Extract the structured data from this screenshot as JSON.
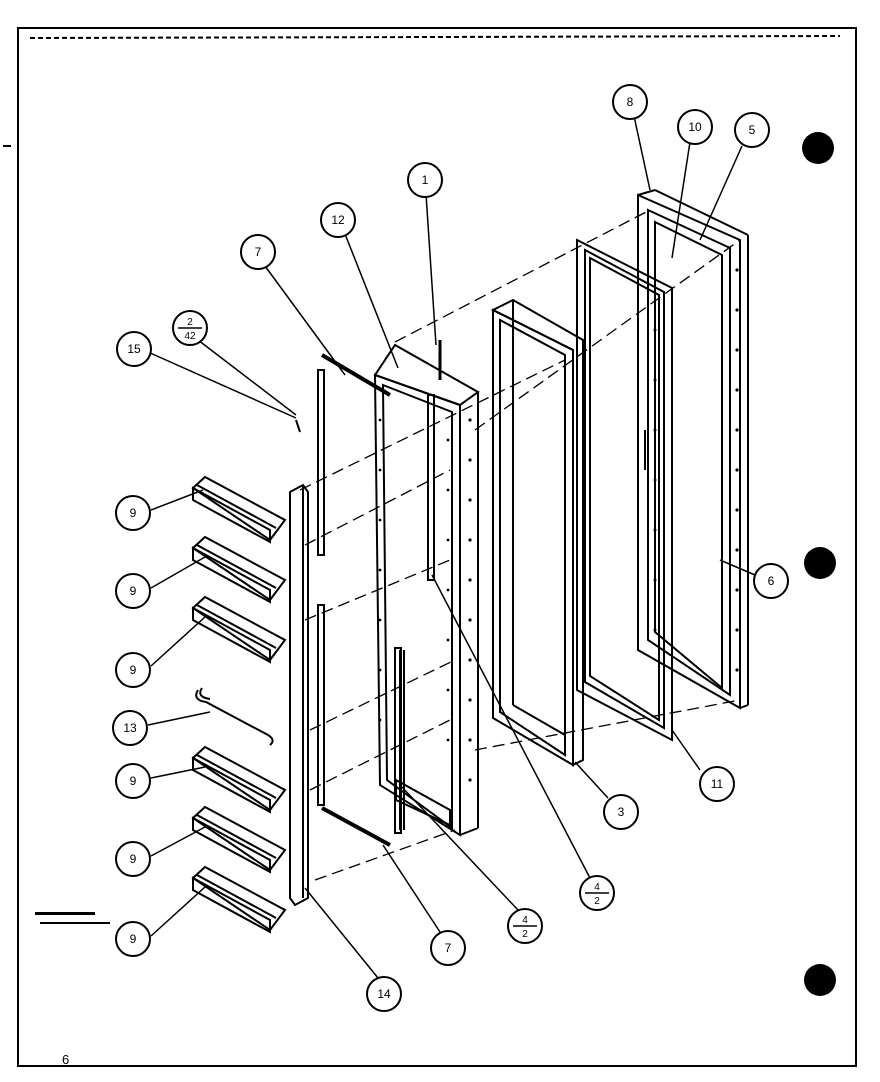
{
  "page": {
    "number": "6"
  },
  "callouts": [
    {
      "id": "c8",
      "label": "8"
    },
    {
      "id": "c10",
      "label": "10"
    },
    {
      "id": "c5",
      "label": "5"
    },
    {
      "id": "c1",
      "label": "1"
    },
    {
      "id": "c12",
      "label": "12"
    },
    {
      "id": "c7a",
      "label": "7"
    },
    {
      "id": "c15",
      "label": "15"
    },
    {
      "id": "c2_42",
      "num": "2",
      "den": "42"
    },
    {
      "id": "c9a",
      "label": "9"
    },
    {
      "id": "c9b",
      "label": "9"
    },
    {
      "id": "c9c",
      "label": "9"
    },
    {
      "id": "c13",
      "label": "13"
    },
    {
      "id": "c9d",
      "label": "9"
    },
    {
      "id": "c9e",
      "label": "9"
    },
    {
      "id": "c9f",
      "label": "9"
    },
    {
      "id": "c14",
      "label": "14"
    },
    {
      "id": "c7b",
      "label": "7"
    },
    {
      "id": "c4_2a",
      "num": "4",
      "den": "2"
    },
    {
      "id": "c4_2b",
      "num": "4",
      "den": "2"
    },
    {
      "id": "c3",
      "label": "3"
    },
    {
      "id": "c11",
      "label": "11"
    },
    {
      "id": "c6",
      "label": "6"
    }
  ]
}
